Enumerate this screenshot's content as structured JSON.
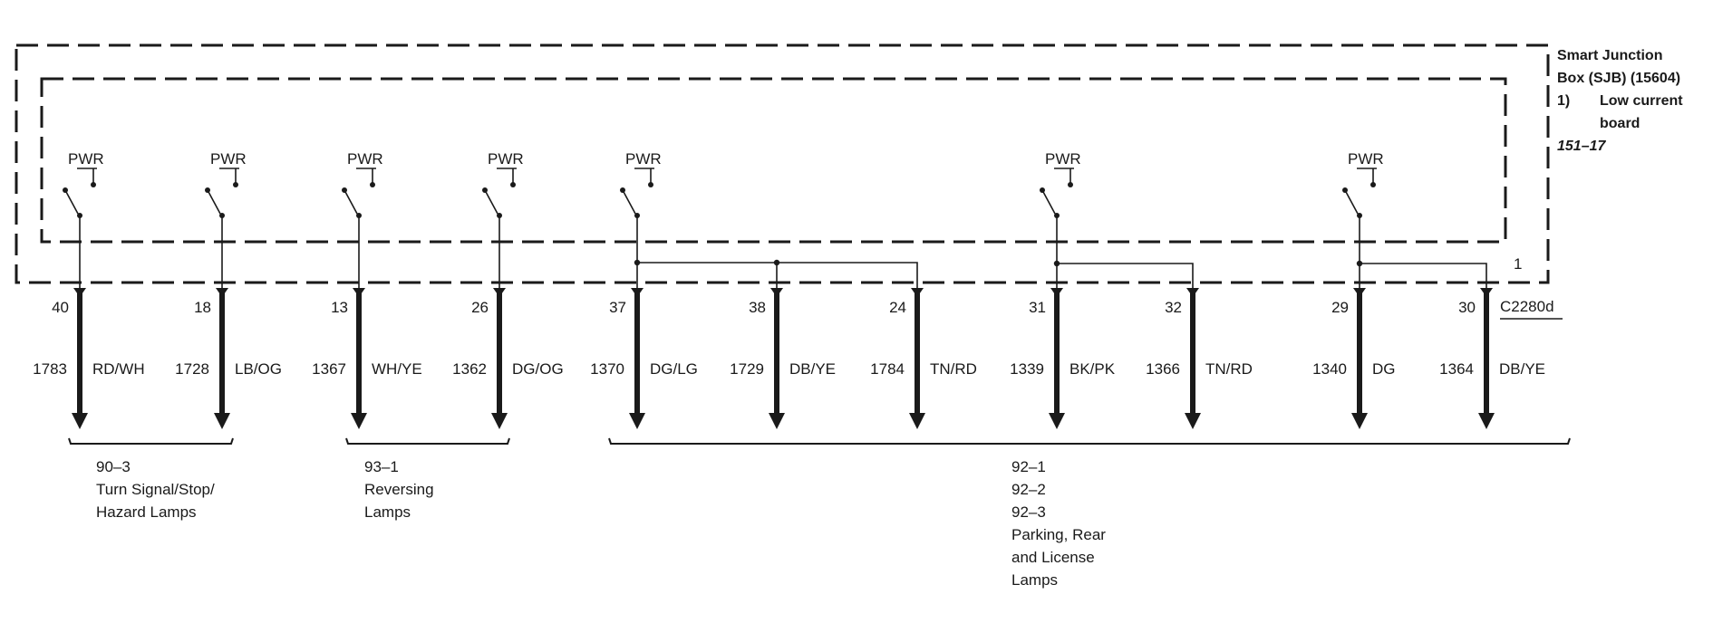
{
  "module": {
    "line1": "Smart Junction",
    "line2": "Box (SJB) (15604)",
    "note_num": "1)",
    "note_text1": "Low current",
    "note_text2": "board",
    "ref": "151–17",
    "marker": "1"
  },
  "connector": "C2280d",
  "pwr_label": "PWR",
  "circuits": [
    {
      "pin": "40",
      "circuit": "1783",
      "color": "RD/WH"
    },
    {
      "pin": "18",
      "circuit": "1728",
      "color": "LB/OG"
    },
    {
      "pin": "13",
      "circuit": "1367",
      "color": "WH/YE"
    },
    {
      "pin": "26",
      "circuit": "1362",
      "color": "DG/OG"
    },
    {
      "pin": "37",
      "circuit": "1370",
      "color": "DG/LG"
    },
    {
      "pin": "38",
      "circuit": "1729",
      "color": "DB/YE"
    },
    {
      "pin": "24",
      "circuit": "1784",
      "color": "TN/RD"
    },
    {
      "pin": "31",
      "circuit": "1339",
      "color": "BK/PK"
    },
    {
      "pin": "32",
      "circuit": "1366",
      "color": "TN/RD"
    },
    {
      "pin": "29",
      "circuit": "1340",
      "color": "DG"
    },
    {
      "pin": "30",
      "circuit": "1364",
      "color": "DB/YE"
    }
  ],
  "groups": [
    {
      "lines": [
        "90–3",
        "Turn Signal/Stop/",
        "Hazard Lamps"
      ]
    },
    {
      "lines": [
        "93–1",
        "Reversing",
        "Lamps"
      ]
    },
    {
      "lines": [
        "92–1",
        "92–2",
        "92–3",
        "Parking, Rear",
        "and License",
        "Lamps"
      ]
    }
  ]
}
